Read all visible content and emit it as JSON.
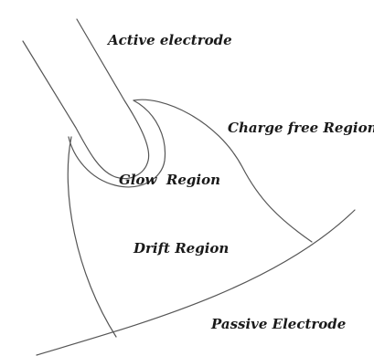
{
  "labels": {
    "active_electrode": "Active electrode",
    "charge_free_region": "Charge free Region",
    "glow_region": "Glow  Region",
    "drift_region": "Drift Region",
    "passive_electrode": "Passive Electrode"
  },
  "colors": {
    "line": "#555555",
    "text": "#1a1a1a",
    "background": "#ffffff"
  }
}
